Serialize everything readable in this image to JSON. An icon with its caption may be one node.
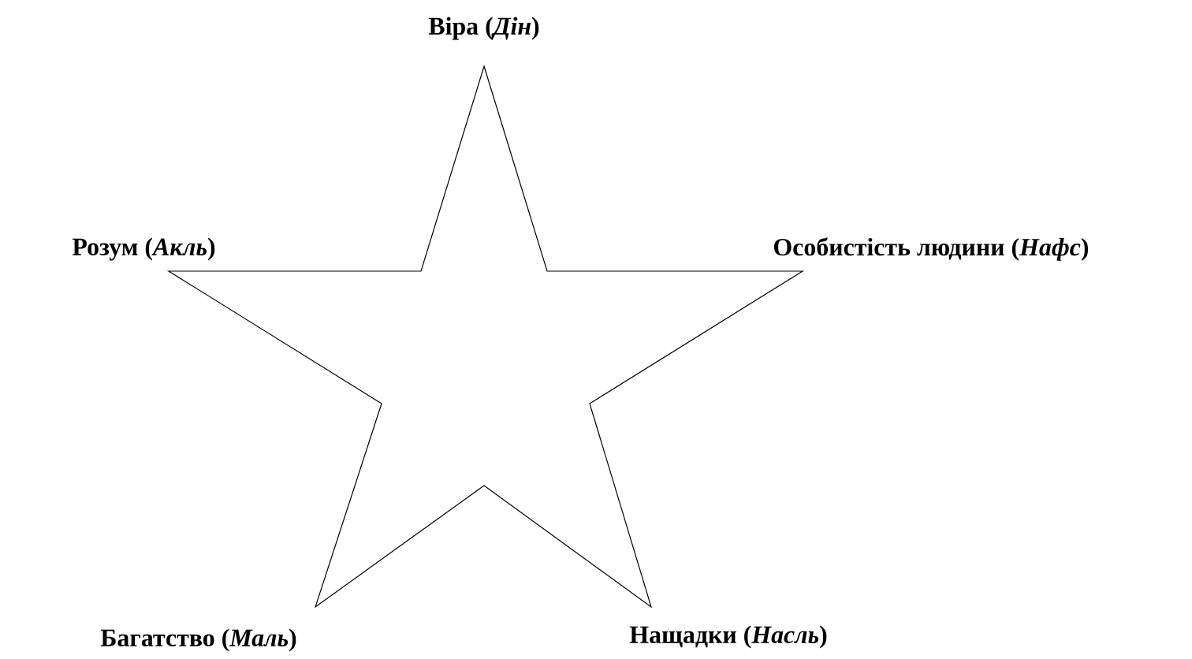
{
  "diagram": {
    "labels": [
      "Віра (*Дін*)",
      "Розум (*Акль*)",
      "Особистість людини (*Нафс*)",
      "Багатство (*Маль*)",
      "Нащадки (*Насль*)"
    ]
  }
}
